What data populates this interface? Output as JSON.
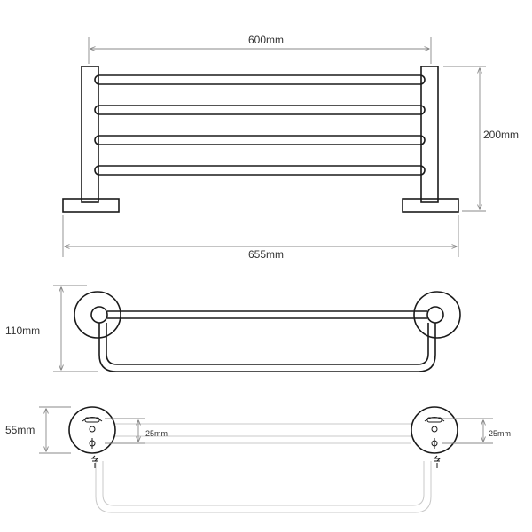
{
  "dimensions": {
    "width_rail": "600mm",
    "overall_width": "655mm",
    "height": "200mm",
    "depth": "110mm",
    "base_diameter": "55mm",
    "fixing_left": "25mm",
    "fixing_right": "25mm"
  },
  "colors": {
    "line": "#1a1a1a",
    "dimension": "#888888",
    "text": "#333333"
  }
}
